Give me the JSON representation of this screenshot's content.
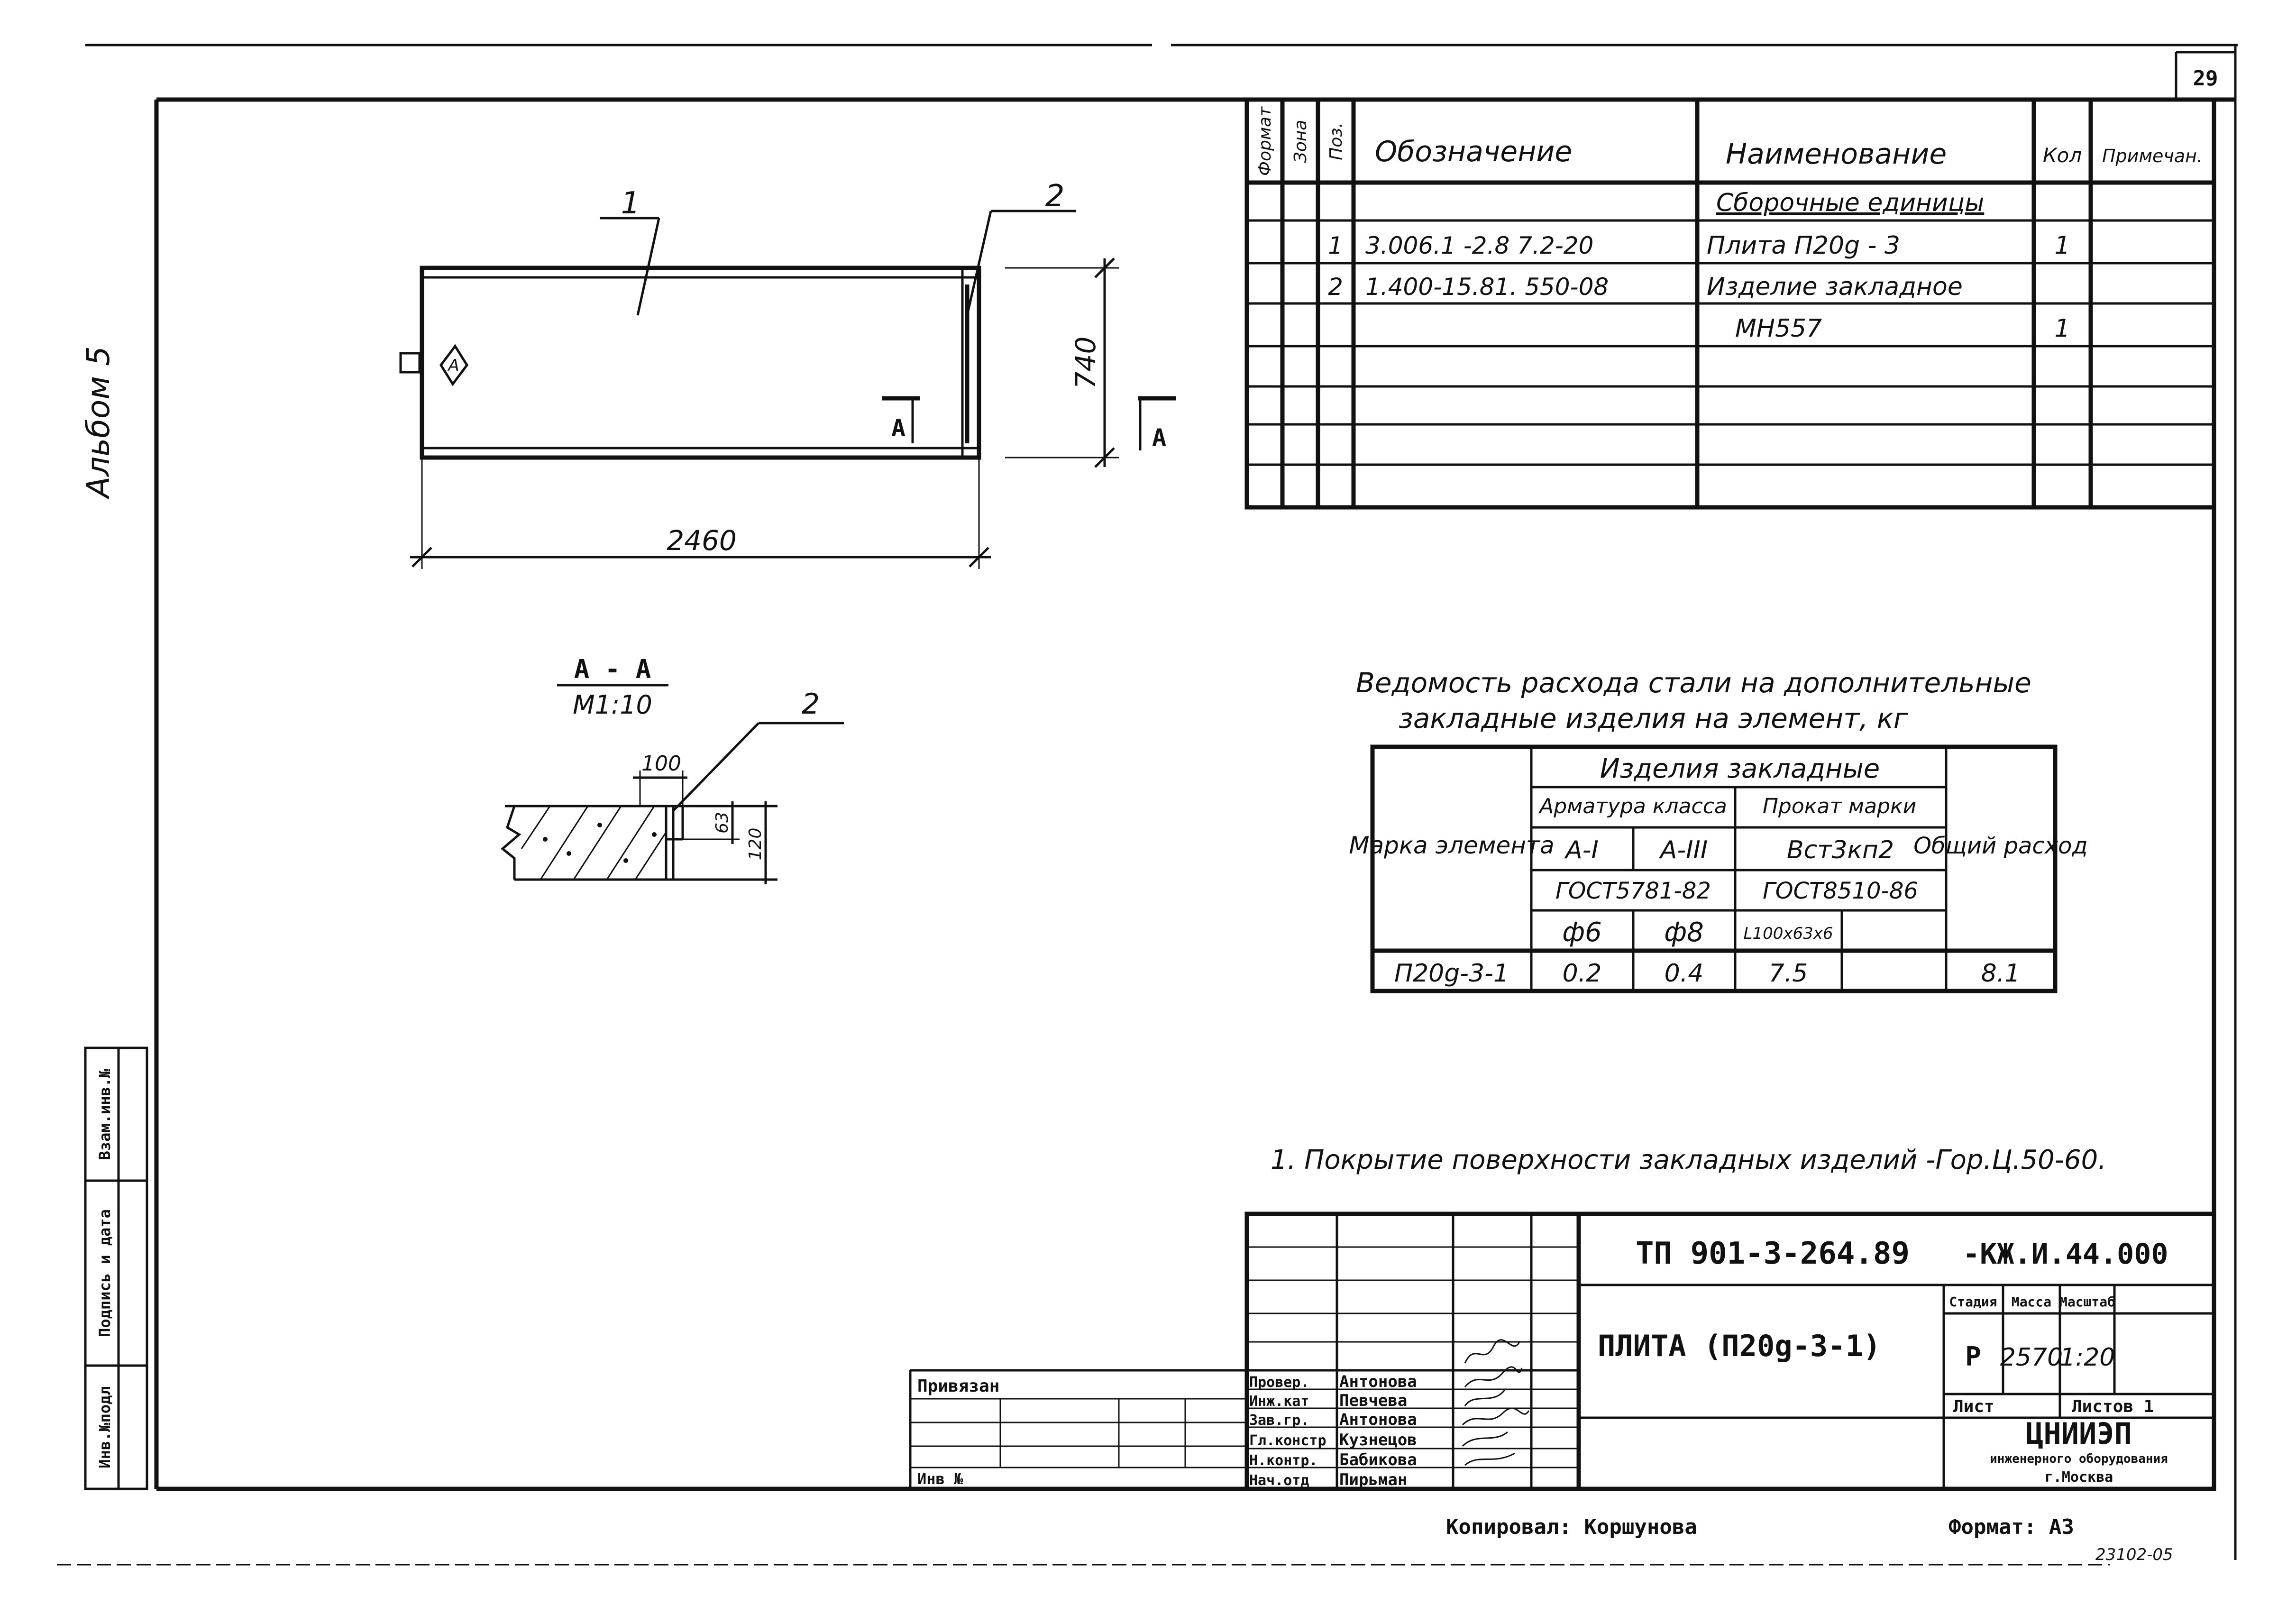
{
  "sheet_number": "29",
  "album_label": "Альбом 5",
  "drawing": {
    "callout_1": "1",
    "callout_2": "2",
    "dim_length": "2460",
    "dim_height": "740",
    "section_mark": "А",
    "section_title": "А - А",
    "section_scale": "М1:10",
    "section_callout": "2",
    "dim_100": "100",
    "dim_63": "63",
    "dim_120": "120"
  },
  "spec_table": {
    "headers": [
      "Формат",
      "Зона",
      "Поз.",
      "Обозначение",
      "Наименование",
      "Кол",
      "Примечан."
    ],
    "rows": [
      [
        "",
        "",
        "",
        "",
        "Сборочные единицы",
        "",
        ""
      ],
      [
        "",
        "",
        "1",
        "3.006.1 -2.8 7.2-20",
        "Плита П20g - 3",
        "1",
        ""
      ],
      [
        "",
        "",
        "2",
        "1.400-15.81. 550-08",
        "Изделие закладное",
        "",
        ""
      ],
      [
        "",
        "",
        "",
        "",
        "МН557",
        "1",
        ""
      ]
    ]
  },
  "steel_title_1": "Ведомость расхода стали на дополнительные",
  "steel_title_2": "закладные изделия на элемент, кг",
  "steel_table": {
    "mark_header": "Марка элемента",
    "group_header": "Изделия закладные",
    "sub_rebar": "Арматура класса",
    "sub_rolled": "Прокат марки",
    "total_header": "Общий расход",
    "cls_a1": "A-I",
    "cls_a3": "A-III",
    "cls_steel": "Вст3кп2",
    "gost_rebar": "ГОСТ5781-82",
    "gost_rolled": "ГОСТ8510-86",
    "d6": "ф6",
    "d8": "ф8",
    "angle": "L100x63x6",
    "row": {
      "mark": "П20g-3-1",
      "a1": "0.2",
      "a3": "0.4",
      "steel": "7.5",
      "extra": "",
      "total": "8.1"
    }
  },
  "note": "1. Покрытие поверхности закладных изделий -Гор.Ц.50-60.",
  "side_stamp": [
    "Инв.№подл",
    "Подпись и дата",
    "Взам.инв.№"
  ],
  "title_block": {
    "doc_code": "ТП 901-3-264.89",
    "doc_suffix": "-КЖ.И.44.000",
    "name": "ПЛИТА (П20g-3-1)",
    "stage_label": "Стадия",
    "mass_label": "Масса",
    "scale_label": "Масштаб",
    "stage": "Р",
    "mass": "2570",
    "scale": "1:20",
    "sheet_label": "Лист",
    "sheets_label": "Листов 1",
    "org": "ЦНИИЭП",
    "org_sub1": "инженерного оборудования",
    "org_sub2": "г.Москва",
    "linked": "Привязан",
    "inv": "Инв №",
    "roles": [
      "Провер.",
      "Инж.кат",
      "Зав.гр.",
      "Гл.констр",
      "Н.контр.",
      "Нач.отд"
    ],
    "names": [
      "Антонова",
      "Певчева",
      "Антонова",
      "Кузнецов",
      "Бабикова",
      "Пирьман"
    ]
  },
  "footer": {
    "copied": "Копировал: Коршунова",
    "format": "Формат: А3",
    "code": "23102-05"
  }
}
